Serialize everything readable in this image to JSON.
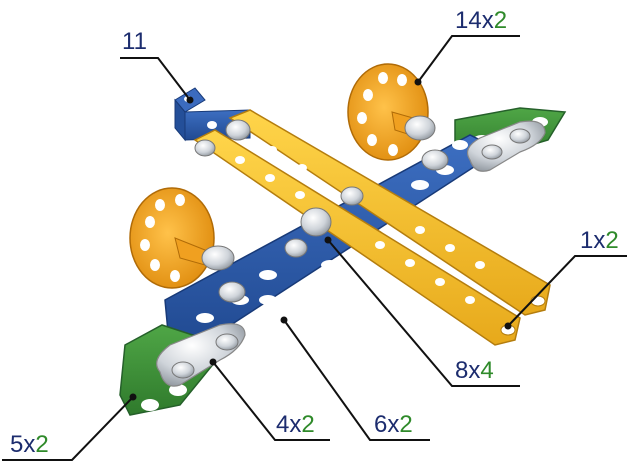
{
  "callouts": [
    {
      "key": "part-11",
      "id": "11",
      "times": "",
      "qty": ""
    },
    {
      "key": "part-14",
      "id": "14",
      "times": "x",
      "qty": "2"
    },
    {
      "key": "part-1",
      "id": "1",
      "times": "x",
      "qty": "2"
    },
    {
      "key": "part-8",
      "id": "8",
      "times": "x",
      "qty": "4"
    },
    {
      "key": "part-6",
      "id": "6",
      "times": "x",
      "qty": "2"
    },
    {
      "key": "part-4",
      "id": "4",
      "times": "x",
      "qty": "2"
    },
    {
      "key": "part-5",
      "id": "5",
      "times": "x",
      "qty": "2"
    }
  ],
  "colors": {
    "blue_plate": "#2c5aa8",
    "yellow_strip": "#f3c12e",
    "orange_wheel": "#f2a51f",
    "green_plate": "#3f8f3a",
    "metal": "#d7dbe0",
    "leader_line": "#111111",
    "label_number": "#1c2c6e",
    "label_quantity": "#2f8a2a"
  },
  "icons": [
    "wheel-icon",
    "bolt-icon",
    "bracket-icon",
    "strip-icon",
    "plate-icon"
  ]
}
